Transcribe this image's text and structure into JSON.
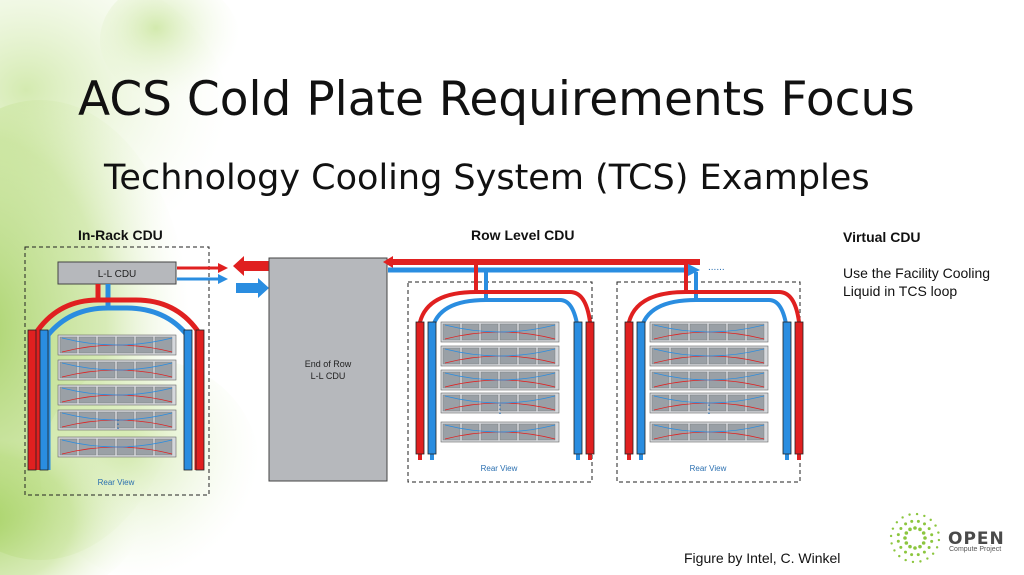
{
  "slide": {
    "title": "ACS Cold Plate Requirements Focus",
    "subtitle": "Technology Cooling System (TCS) Examples",
    "credit": "Figure by Intel, C. Winkel"
  },
  "in_rack": {
    "heading": "In-Rack CDU",
    "cdu_label": "L-L CDU",
    "rear_view": "Rear View"
  },
  "row_level": {
    "heading": "Row Level CDU",
    "end_of_row_line1": "End of Row",
    "end_of_row_line2": "L-L CDU",
    "rear_view": "Rear View",
    "continuation": "......"
  },
  "virtual": {
    "heading": "Virtual CDU",
    "description": "Use the Facility Cooling Liquid in TCS loop"
  },
  "logo": {
    "word": "OPEN",
    "sub": "Compute Project"
  },
  "colors": {
    "hot": "#e02020",
    "cold": "#2a8de0",
    "leaf": "#8cc63f",
    "cdu_fill": "#b6b8bc"
  },
  "icons": [
    "dotted-sunburst-logo-icon",
    "ellipsis-icon"
  ]
}
